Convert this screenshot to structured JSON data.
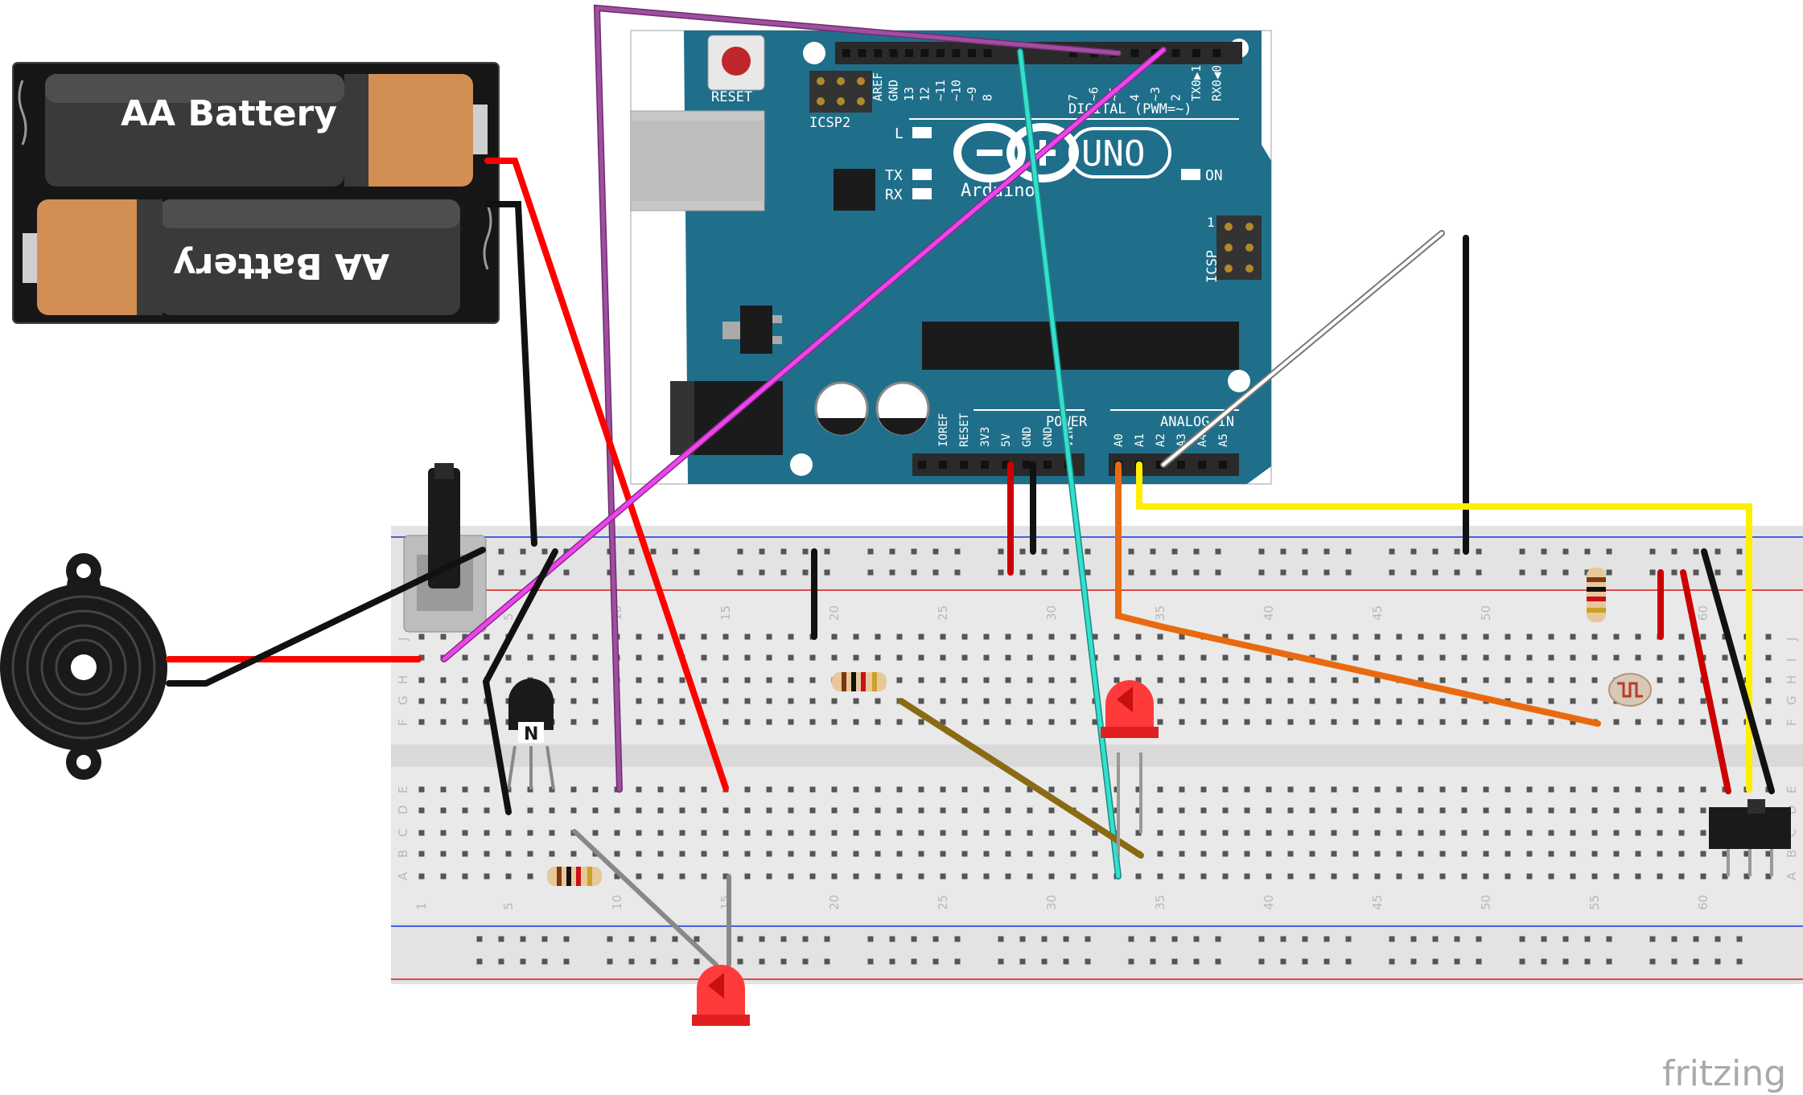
{
  "battery": {
    "top_label": "AA Battery",
    "bottom_label": "AA Battery"
  },
  "arduino": {
    "reset_label": "RESET",
    "icsp2_label": "ICSP2",
    "icsp_label": "ICSP",
    "icsp_pin1": "1",
    "l_label": "L",
    "tx_label": "TX",
    "rx_label": "RX",
    "on_label": "ON",
    "model": "UNO",
    "brand": "Arduino",
    "digital_label": "DIGITAL (PWM=~)",
    "power_label": "POWER",
    "analog_label": "ANALOG IN",
    "digital_pins": [
      "AREF",
      "GND",
      "13",
      "12",
      "~11",
      "~10",
      "~9",
      "8",
      "7",
      "~6",
      "~5",
      "4",
      "~3",
      "2",
      "TX0▶1",
      "RX0◀0"
    ],
    "power_pins": [
      "IOREF",
      "RESET",
      "3V3",
      "5V",
      "GND",
      "GND",
      "VIN"
    ],
    "analog_pins": [
      "A0",
      "A1",
      "A2",
      "A3",
      "A4",
      "A5"
    ]
  },
  "breadboard": {
    "column_numbers": [
      "1",
      "5",
      "10",
      "15",
      "20",
      "25",
      "30",
      "35",
      "40",
      "45",
      "50",
      "55",
      "60"
    ],
    "row_letters_top": [
      "J",
      "I",
      "H",
      "G",
      "F"
    ],
    "row_letters_bottom": [
      "E",
      "D",
      "C",
      "B",
      "A"
    ]
  },
  "transistor": {
    "mark": "N"
  },
  "watermark": "fritzing",
  "colors": {
    "board_blue": "#1f6f8b",
    "wire_red": "#ff0000",
    "wire_black": "#111111",
    "wire_purple": "#a04ea0",
    "wire_magenta": "#ee44ee",
    "wire_cyan": "#33e0d0",
    "wire_yellow": "#ffee00",
    "wire_orange": "#e86a10",
    "wire_olive": "#8b6a14",
    "wire_gray": "#888888",
    "led_red": "#ff4040",
    "breadboard": "#e9e9e9"
  }
}
